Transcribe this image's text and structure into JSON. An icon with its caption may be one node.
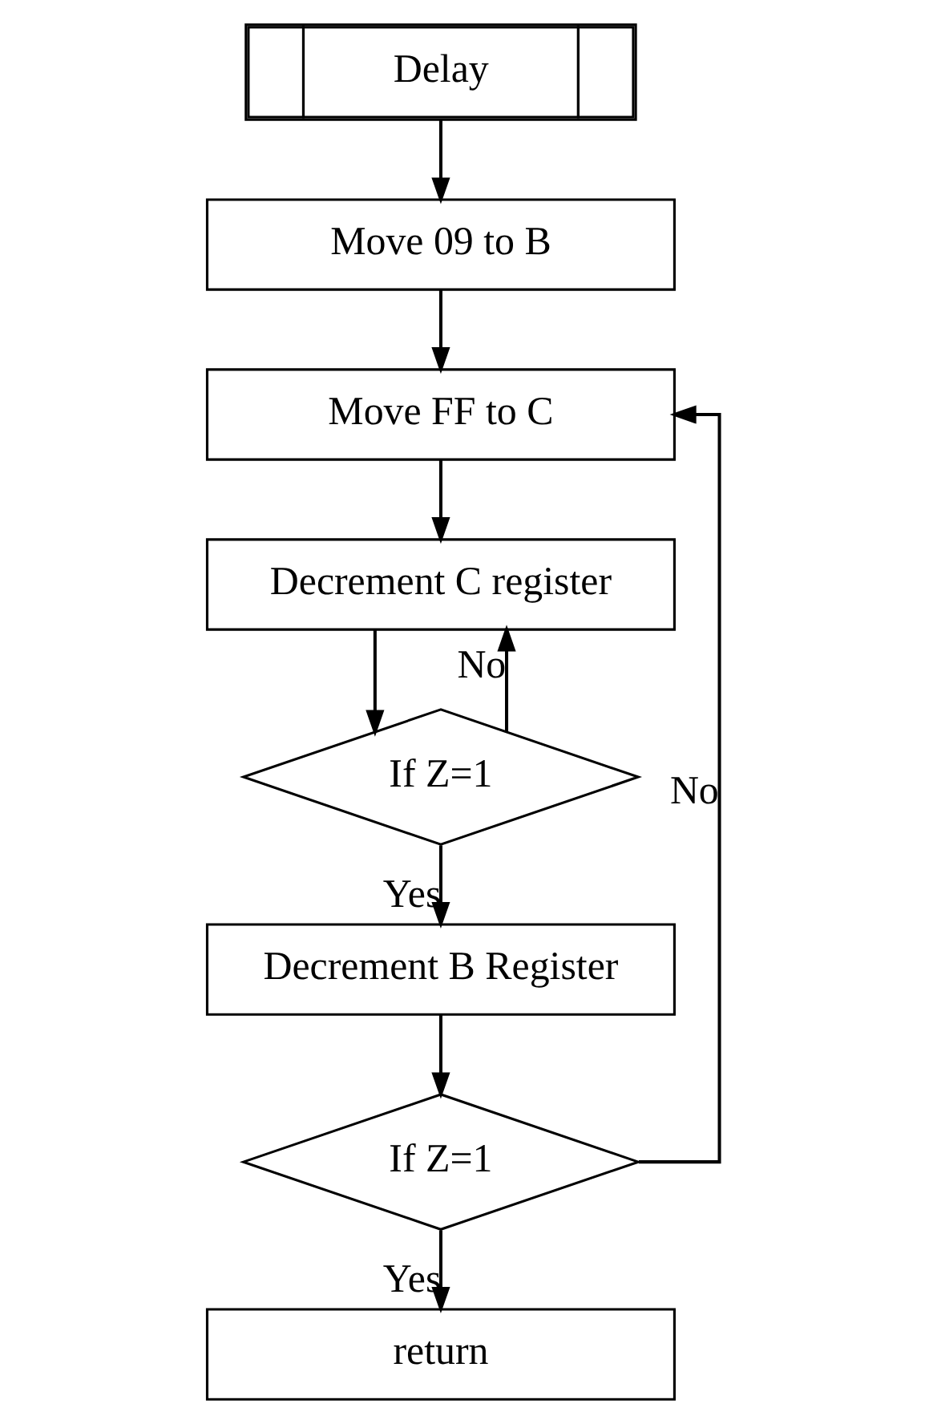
{
  "diagram": {
    "nodes": [
      {
        "text": [
          "Delay"
        ]
      },
      {
        "text": [
          "Move 09 to B"
        ]
      },
      {
        "text": [
          "Move FF to C"
        ]
      },
      {
        "text": [
          "Decrement C register"
        ]
      },
      {
        "text": [
          "If Z=1"
        ]
      },
      {
        "text": [
          "Decrement B Register"
        ]
      },
      {
        "text": [
          "If Z=1"
        ]
      },
      {
        "text": [
          "return"
        ]
      }
    ],
    "edges": [
      {
        "from": 0,
        "to": 1,
        "arrow": "to"
      },
      {
        "from": 1,
        "to": 2,
        "arrow": "to"
      },
      {
        "from": 2,
        "to": 3,
        "arrow": "to"
      },
      {
        "from": 3,
        "to": 4,
        "arrow": "to"
      },
      {
        "from": 4,
        "to": 3,
        "label": "No",
        "arrow": "to"
      },
      {
        "from": 4,
        "to": 5,
        "label": "Yes",
        "arrow": "to"
      },
      {
        "from": 5,
        "to": 6,
        "arrow": "to"
      },
      {
        "from": 6,
        "to": 2,
        "label": "No",
        "arrow": "to"
      },
      {
        "from": 6,
        "to": 7,
        "label": "Yes",
        "arrow": "to"
      }
    ]
  }
}
